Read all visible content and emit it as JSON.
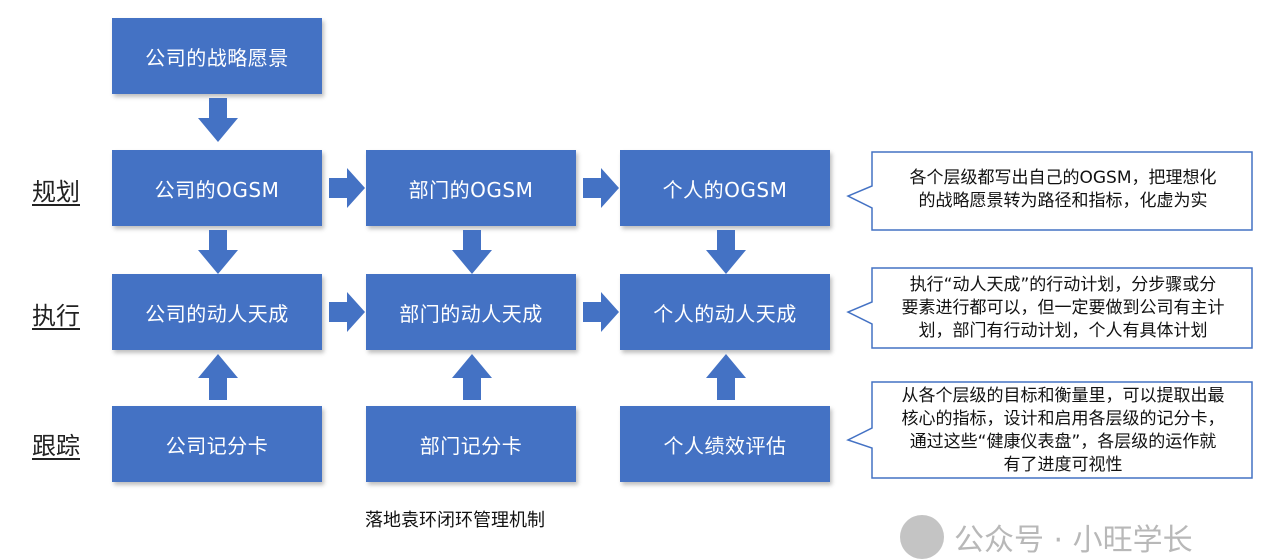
{
  "rows": {
    "planning": "规划",
    "execution": "执行",
    "tracking": "跟踪"
  },
  "boxes": {
    "vision": "公司的战略愿景",
    "company_ogsm": "公司的OGSM",
    "dept_ogsm": "部门的OGSM",
    "personal_ogsm": "个人的OGSM",
    "company_action": "公司的动人天成",
    "dept_action": "部门的动人天成",
    "personal_action": "个人的动人天成",
    "company_scorecard": "公司记分卡",
    "dept_scorecard": "部门记分卡",
    "personal_eval": "个人绩效评估"
  },
  "notes": {
    "planning": [
      "各个层级都写出自己的OGSM，把理想化",
      "的战略愿景转为路径和指标，化虚为实"
    ],
    "execution": [
      "执行“动人天成”的行动计划，分步骤或分",
      "要素进行都可以，但一定要做到公司有主计",
      "划，部门有行动计划，个人有具体计划"
    ],
    "tracking": [
      "从各个层级的目标和衡量里，可以提取出最",
      "核心的指标，设计和启用各层级的记分卡，",
      "通过这些“健康仪表盘”，各层级的运作就",
      "有了进度可视性"
    ]
  },
  "caption": "落地袁环闭环管理机制",
  "watermark": "公众号 · 小旺学长",
  "colors": {
    "box": "#4472c4",
    "arrow": "#4472c4",
    "callout_border": "#4472c4"
  }
}
